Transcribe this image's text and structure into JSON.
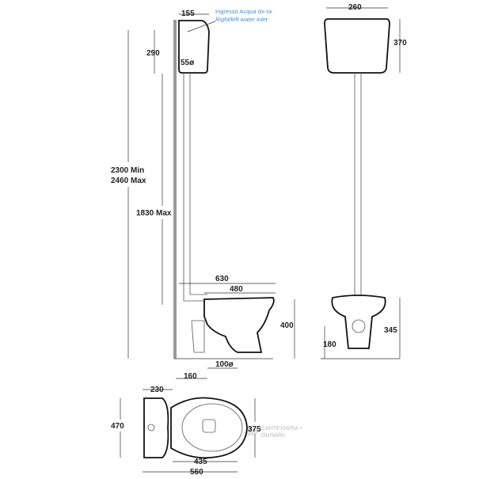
{
  "side_view": {
    "tank_width": "155",
    "inlet_note_line1": "Ingresso Acqua dx-sx",
    "inlet_note_line2": "Right/left water inlet",
    "tank_height": "290",
    "pipe_diameter": "55ø",
    "total_height_min": "2300 Min",
    "total_height_max": "2460 Max",
    "pipe_height": "1830 Max",
    "bowl_length": "630",
    "bowl_inner_length": "480",
    "bowl_height": "400",
    "outlet_diameter": "100ø",
    "outlet_offset": "160"
  },
  "front_view": {
    "tank_width": "260",
    "tank_height": "370",
    "bowl_height": "345",
    "outlet_height": "180"
  },
  "top_view": {
    "tank_depth": "230",
    "width": "470",
    "bowl_width": "375",
    "bowl_length": "435",
    "total_length": "560"
  },
  "watermark": {
    "line1": "САНТЕХНИКА •",
    "line2": "ОНЛАЙН"
  },
  "colors": {
    "note": "#4a8cc7",
    "lines": "#222222"
  }
}
